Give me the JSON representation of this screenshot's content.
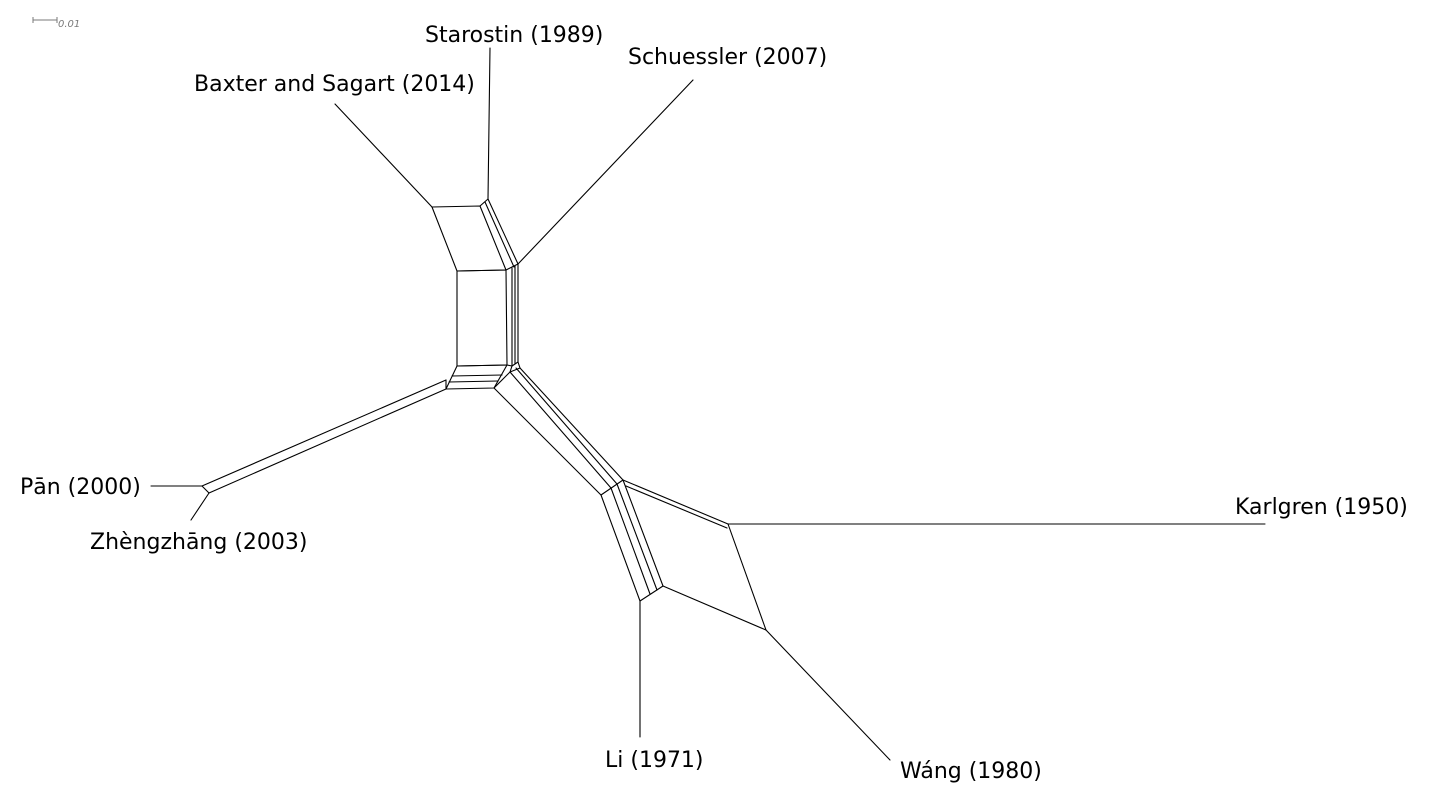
{
  "scale_bar": {
    "label": "0.01"
  },
  "taxa": {
    "starostin": "Starostin (1989)",
    "schuessler": "Schuessler (2007)",
    "baxter_sagart": "Baxter and Sagart (2014)",
    "pan": "Pān (2000)",
    "zhengzhang": "Zhèngzhāng (2003)",
    "karlgren": "Karlgren (1950)",
    "li": "Li (1971)",
    "wang": "Wáng (1980)"
  },
  "colors": {
    "edge": "#000000",
    "scale": "#7a7a7a",
    "background": "#ffffff"
  }
}
